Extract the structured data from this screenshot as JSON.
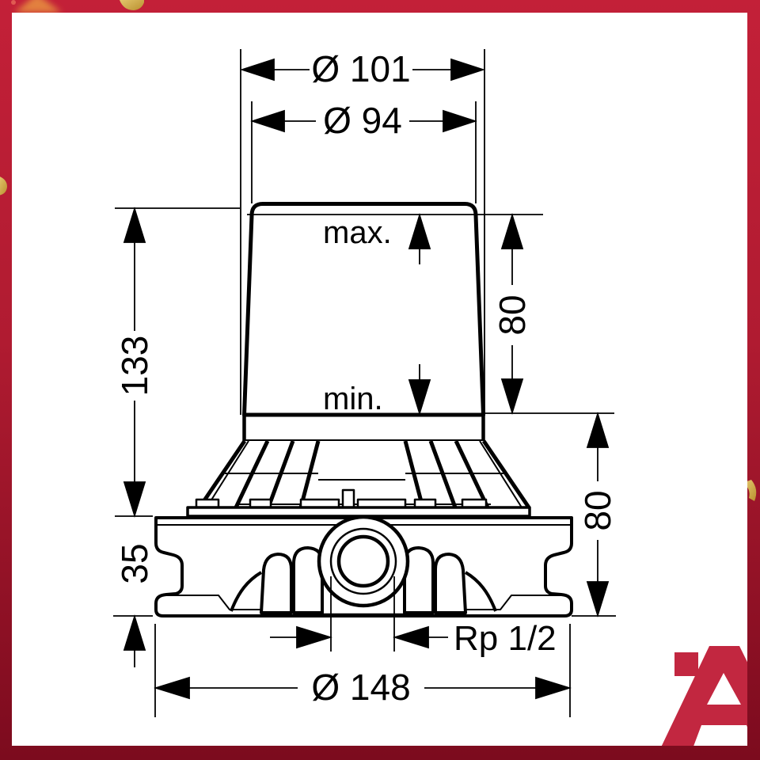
{
  "frame": {
    "background_top": "#c32038",
    "background_mid": "#b01b31",
    "background_bottom": "#7c0b1e",
    "canvas_color": "#ffffff"
  },
  "drawing": {
    "line_color": "#000000",
    "labels": {
      "top_outer_dia": "Ø 101",
      "top_inner_dia": "Ø 94",
      "overall_height": "133",
      "level_max": "max.",
      "level_min": "min.",
      "adjust_height": "80",
      "lower_height": "80",
      "plate_height": "35",
      "thread_size": "Rp 1/2",
      "base_dia": "Ø 148"
    }
  },
  "logo": {
    "letter": "A",
    "color": "#c22740"
  },
  "confetti": {
    "gold_light": "#e8cd74",
    "gold_dark": "#b98f2e",
    "orange": "#e8923f",
    "red_dot": "#e05a52"
  }
}
